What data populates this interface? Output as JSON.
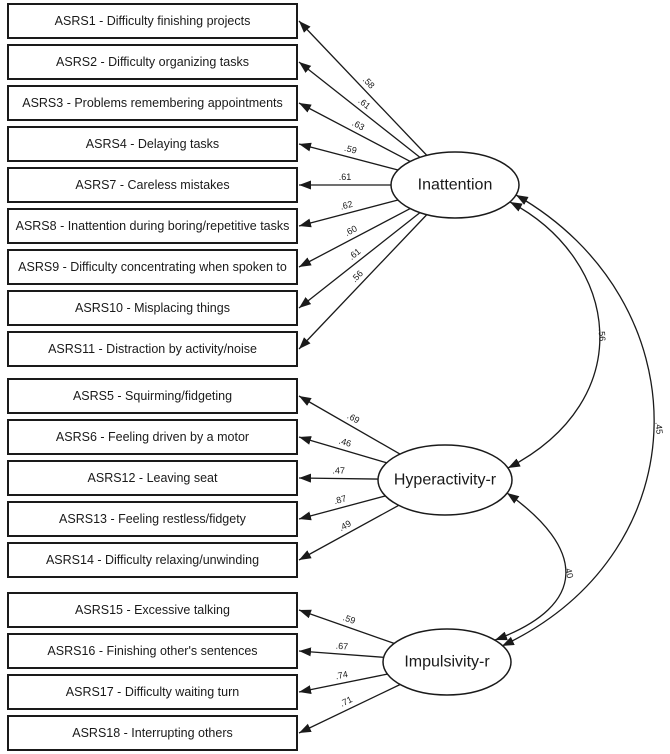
{
  "diagram": {
    "kind": "confirmatory-factor-model",
    "colors": {
      "line": "#1a1a1a",
      "box_fill": "#ffffff",
      "background": "#ffffff"
    },
    "factors": [
      {
        "label": "Inattention",
        "items": [
          {
            "label": "ASRS1 - Difficulty finishing projects",
            "loading": ".58"
          },
          {
            "label": "ASRS2 - Difficulty organizing tasks",
            "loading": ".61"
          },
          {
            "label": "ASRS3 - Problems remembering appointments",
            "loading": ".63"
          },
          {
            "label": "ASRS4 - Delaying tasks",
            "loading": ".59"
          },
          {
            "label": "ASRS7 - Careless mistakes",
            "loading": ".61"
          },
          {
            "label": "ASRS8 - Inattention during boring/repetitive tasks",
            "loading": ".62"
          },
          {
            "label": "ASRS9 - Difficulty concentrating when spoken to",
            "loading": ".60"
          },
          {
            "label": "ASRS10 - Misplacing things",
            "loading": ".61"
          },
          {
            "label": "ASRS11 - Distraction by activity/noise",
            "loading": ".56"
          }
        ]
      },
      {
        "label": "Hyperactivity-r",
        "items": [
          {
            "label": "ASRS5 - Squirming/fidgeting",
            "loading": ".69"
          },
          {
            "label": "ASRS6 - Feeling driven by a motor",
            "loading": ".46"
          },
          {
            "label": "ASRS12 - Leaving seat",
            "loading": ".47"
          },
          {
            "label": "ASRS13 - Feeling restless/fidgety",
            "loading": ".87"
          },
          {
            "label": "ASRS14 - Difficulty relaxing/unwinding",
            "loading": ".49"
          }
        ]
      },
      {
        "label": "Impulsivity-r",
        "items": [
          {
            "label": "ASRS15 - Excessive talking",
            "loading": ".59"
          },
          {
            "label": "ASRS16 - Finishing other's sentences",
            "loading": ".67"
          },
          {
            "label": "ASRS17 - Difficulty waiting turn",
            "loading": ".74"
          },
          {
            "label": "ASRS18 - Interrupting others",
            "loading": ".71"
          }
        ]
      }
    ],
    "correlations": [
      {
        "from": "Inattention",
        "to": "Hyperactivity-r",
        "value": ".56"
      },
      {
        "from": "Inattention",
        "to": "Impulsivity-r",
        "value": ".45"
      },
      {
        "from": "Hyperactivity-r",
        "to": "Impulsivity-r",
        "value": ".40"
      }
    ]
  }
}
